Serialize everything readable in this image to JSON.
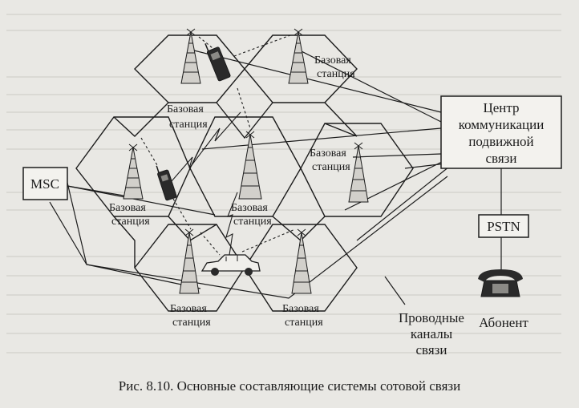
{
  "labels": {
    "base_station": "Базовая",
    "base_station_2": "станция",
    "msc": "MSC",
    "center_l1": "Центр",
    "center_l2": "коммуникации",
    "center_l3": "подвижной",
    "center_l4": "связи",
    "pstn": "PSTN",
    "wired_l1": "Проводные",
    "wired_l2": "каналы",
    "wired_l3": "связи",
    "subscriber": "Абонент"
  },
  "caption": "Рис. 8.10. Основные составляющие системы сотовой связи",
  "colors": {
    "ink": "#1c1c1c",
    "paper": "#e9e8e4"
  },
  "icons": [
    "antenna-tower-icon",
    "mobile-phone-icon",
    "car-icon",
    "telephone-icon"
  ]
}
